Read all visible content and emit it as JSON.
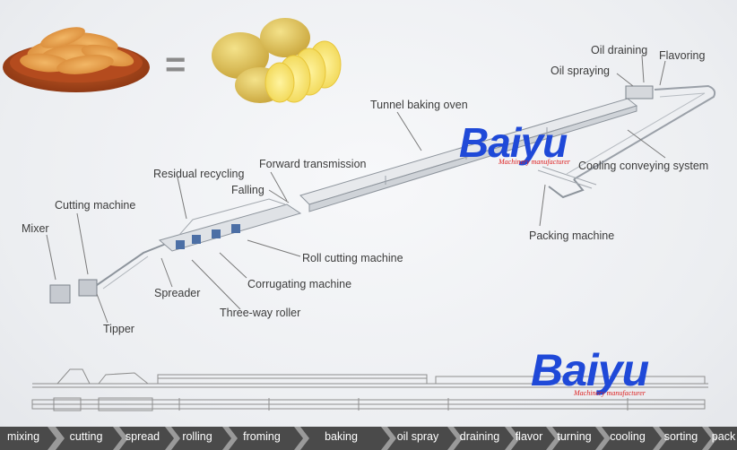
{
  "labels": {
    "oil_draining": "Oil draining",
    "flavoring": "Flavoring",
    "oil_spraying": "Oil spraying",
    "tunnel_baking_oven": "Tunnel baking oven",
    "cooling_conveying_system": "Cooling conveying system",
    "residual_recycling": "Residual recycling",
    "forward_transmission": "Forward transmission",
    "falling": "Falling",
    "cutting_machine": "Cutting machine",
    "mixer": "Mixer",
    "packing_machine": "Packing machine",
    "roll_cutting_machine": "Roll cutting machine",
    "corrugating_machine": "Corrugating machine",
    "spreader": "Spreader",
    "three_way_roller": "Three-way roller",
    "tipper": "Tipper"
  },
  "equals_sign": "=",
  "brand": {
    "name": "Baiyu",
    "tagline": "Machinery manufacturer"
  },
  "process_steps": [
    "mixing",
    "cutting",
    "spread",
    "rolling",
    "froming",
    "baking",
    "oil spray",
    "draining",
    "flavor",
    "turning",
    "cooling",
    "sorting",
    "pack"
  ],
  "colors": {
    "brand_blue": "#1f49d8",
    "brand_red": "#d22222",
    "step_bar": "#4a4a4a"
  }
}
